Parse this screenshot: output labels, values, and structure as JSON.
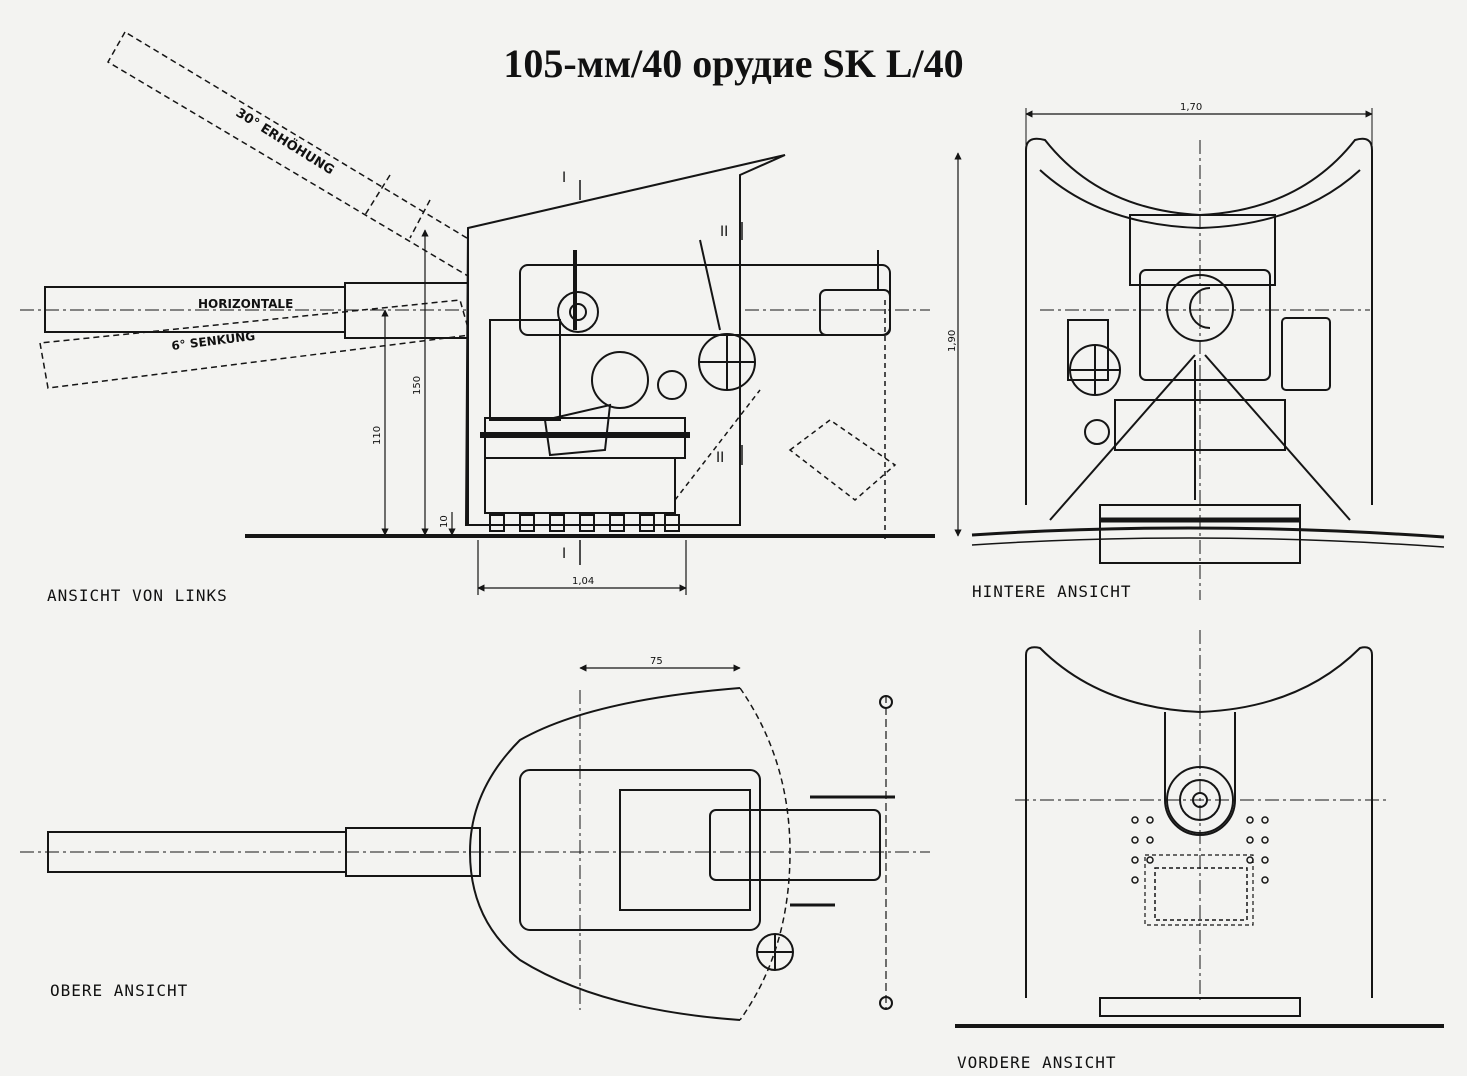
{
  "title": "105-мм/40 орудие SK L/40",
  "views": {
    "left": "ANSICHT VON LINKS",
    "rear": "HINTERE ANSICHT",
    "top": "OBERE ANSICHT",
    "front": "VORDERE ANSICHT"
  },
  "annotations": {
    "elevation": "30° ERHÖHUNG",
    "horizontal": "HORIZONTALE",
    "depression": "6° SENKUNG",
    "section_1": "I",
    "section_2": "II"
  },
  "dimensions": {
    "height_150": "150",
    "height_110": "110",
    "height_10": "10",
    "base_width": "1,04",
    "top_75": "75",
    "rear_width": "1,70",
    "rear_height": "1,90"
  },
  "colors": {
    "paper": "#f3f3f1",
    "ink": "#151515"
  }
}
